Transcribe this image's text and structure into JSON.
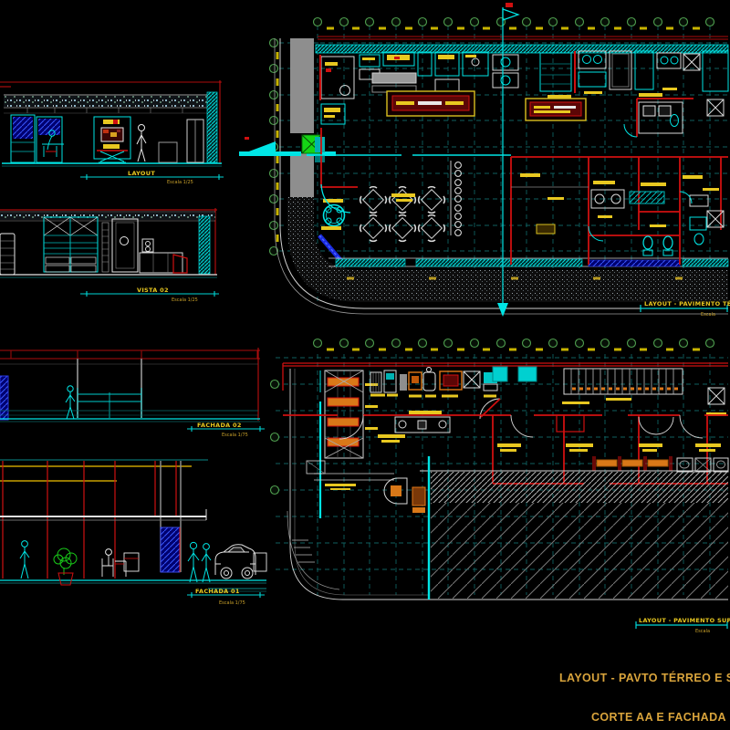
{
  "views": {
    "layout": {
      "title": "LAYOUT",
      "scale": "Escala 1/25"
    },
    "vista": {
      "title": "VISTA 02",
      "scale": "Escala 1/25"
    },
    "fachada02": {
      "title": "FACHADA 02",
      "scale": "Escala 1/75"
    },
    "fachada01": {
      "title": "FACHADA 01",
      "scale": "Escala 1/75"
    }
  },
  "plans": {
    "ground": {
      "title": "LAYOUT - PAVIMENTO TÉRREO",
      "scale": "Escala"
    },
    "upper": {
      "title": "LAYOUT - PAVIMENTO SUPERIOR",
      "scale": "Escala"
    }
  },
  "footer": {
    "title1": "LAYOUT - PAVTO TÉRREO E SU",
    "title2": "CORTE AA E FACHADA"
  },
  "colors": {
    "background": "#000000",
    "linework_cyan": "#00E5E5",
    "wall_red": "#CF1010",
    "property_line_red": "#8A0B0B",
    "label_yellow": "#E8C820",
    "caption_gold": "#D9A43C",
    "grid_green": "#4F9F4F",
    "hatch_blue": "#2A3AE0",
    "sidewalk_gray": "#8E8E8E",
    "shelf_orange": "#D87818"
  }
}
